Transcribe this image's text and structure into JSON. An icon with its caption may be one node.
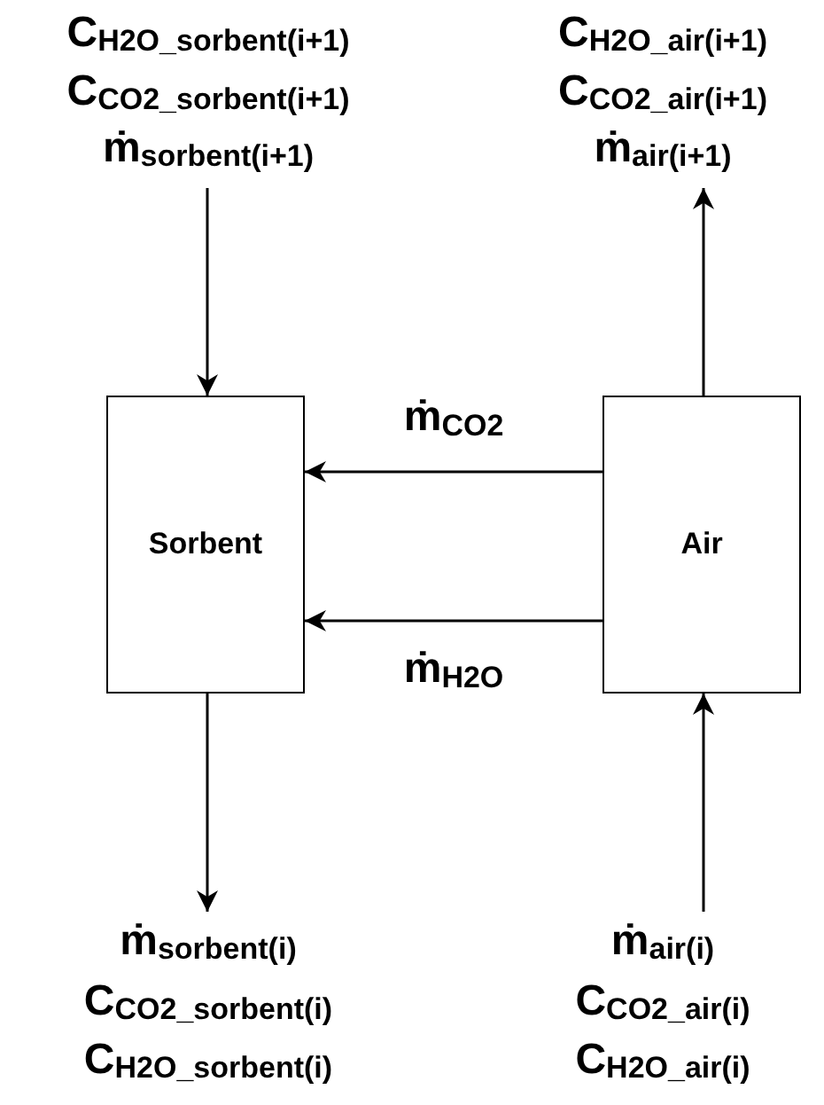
{
  "diagram": {
    "nodes": [
      {
        "text": [
          "Sorbent"
        ]
      },
      {
        "text": [
          "Air"
        ]
      },
      {
        "text": [
          "C$_{H2O_sorbent(i+1)}$",
          "C$_{CO2_sorbent(i+1)}$",
          "ṁ$_{sorbent(i+1)}$"
        ]
      },
      {
        "text": [
          "C$_{H2O_air(i+1)}$",
          "C$_{CO2_air(i+1)}$",
          "ṁ$_{air(i+1)}$"
        ]
      },
      {
        "text": [
          "ṁ$_{sorbent(i)}$",
          "C$_{CO2_sorbent(i)}$",
          "C$_{H2O_sorbent(i)}$"
        ]
      },
      {
        "text": [
          "ṁ$_{air(i)}$",
          "C$_{CO2_air(i)}$",
          "C$_{H2O_air(i)}$"
        ]
      }
    ],
    "edges": [
      {
        "from": 2,
        "to": 0,
        "arrow": "to"
      },
      {
        "from": 0,
        "to": 4,
        "arrow": "to"
      },
      {
        "from": 1,
        "to": 0,
        "arrow": "to",
        "label": "ṁ$_{CO2}$"
      },
      {
        "from": 1,
        "to": 0,
        "arrow": "to",
        "label": "ṁ$_{H2O}$"
      },
      {
        "from": 5,
        "to": 1,
        "arrow": "to"
      },
      {
        "from": 1,
        "to": 3,
        "arrow": "to"
      }
    ]
  }
}
